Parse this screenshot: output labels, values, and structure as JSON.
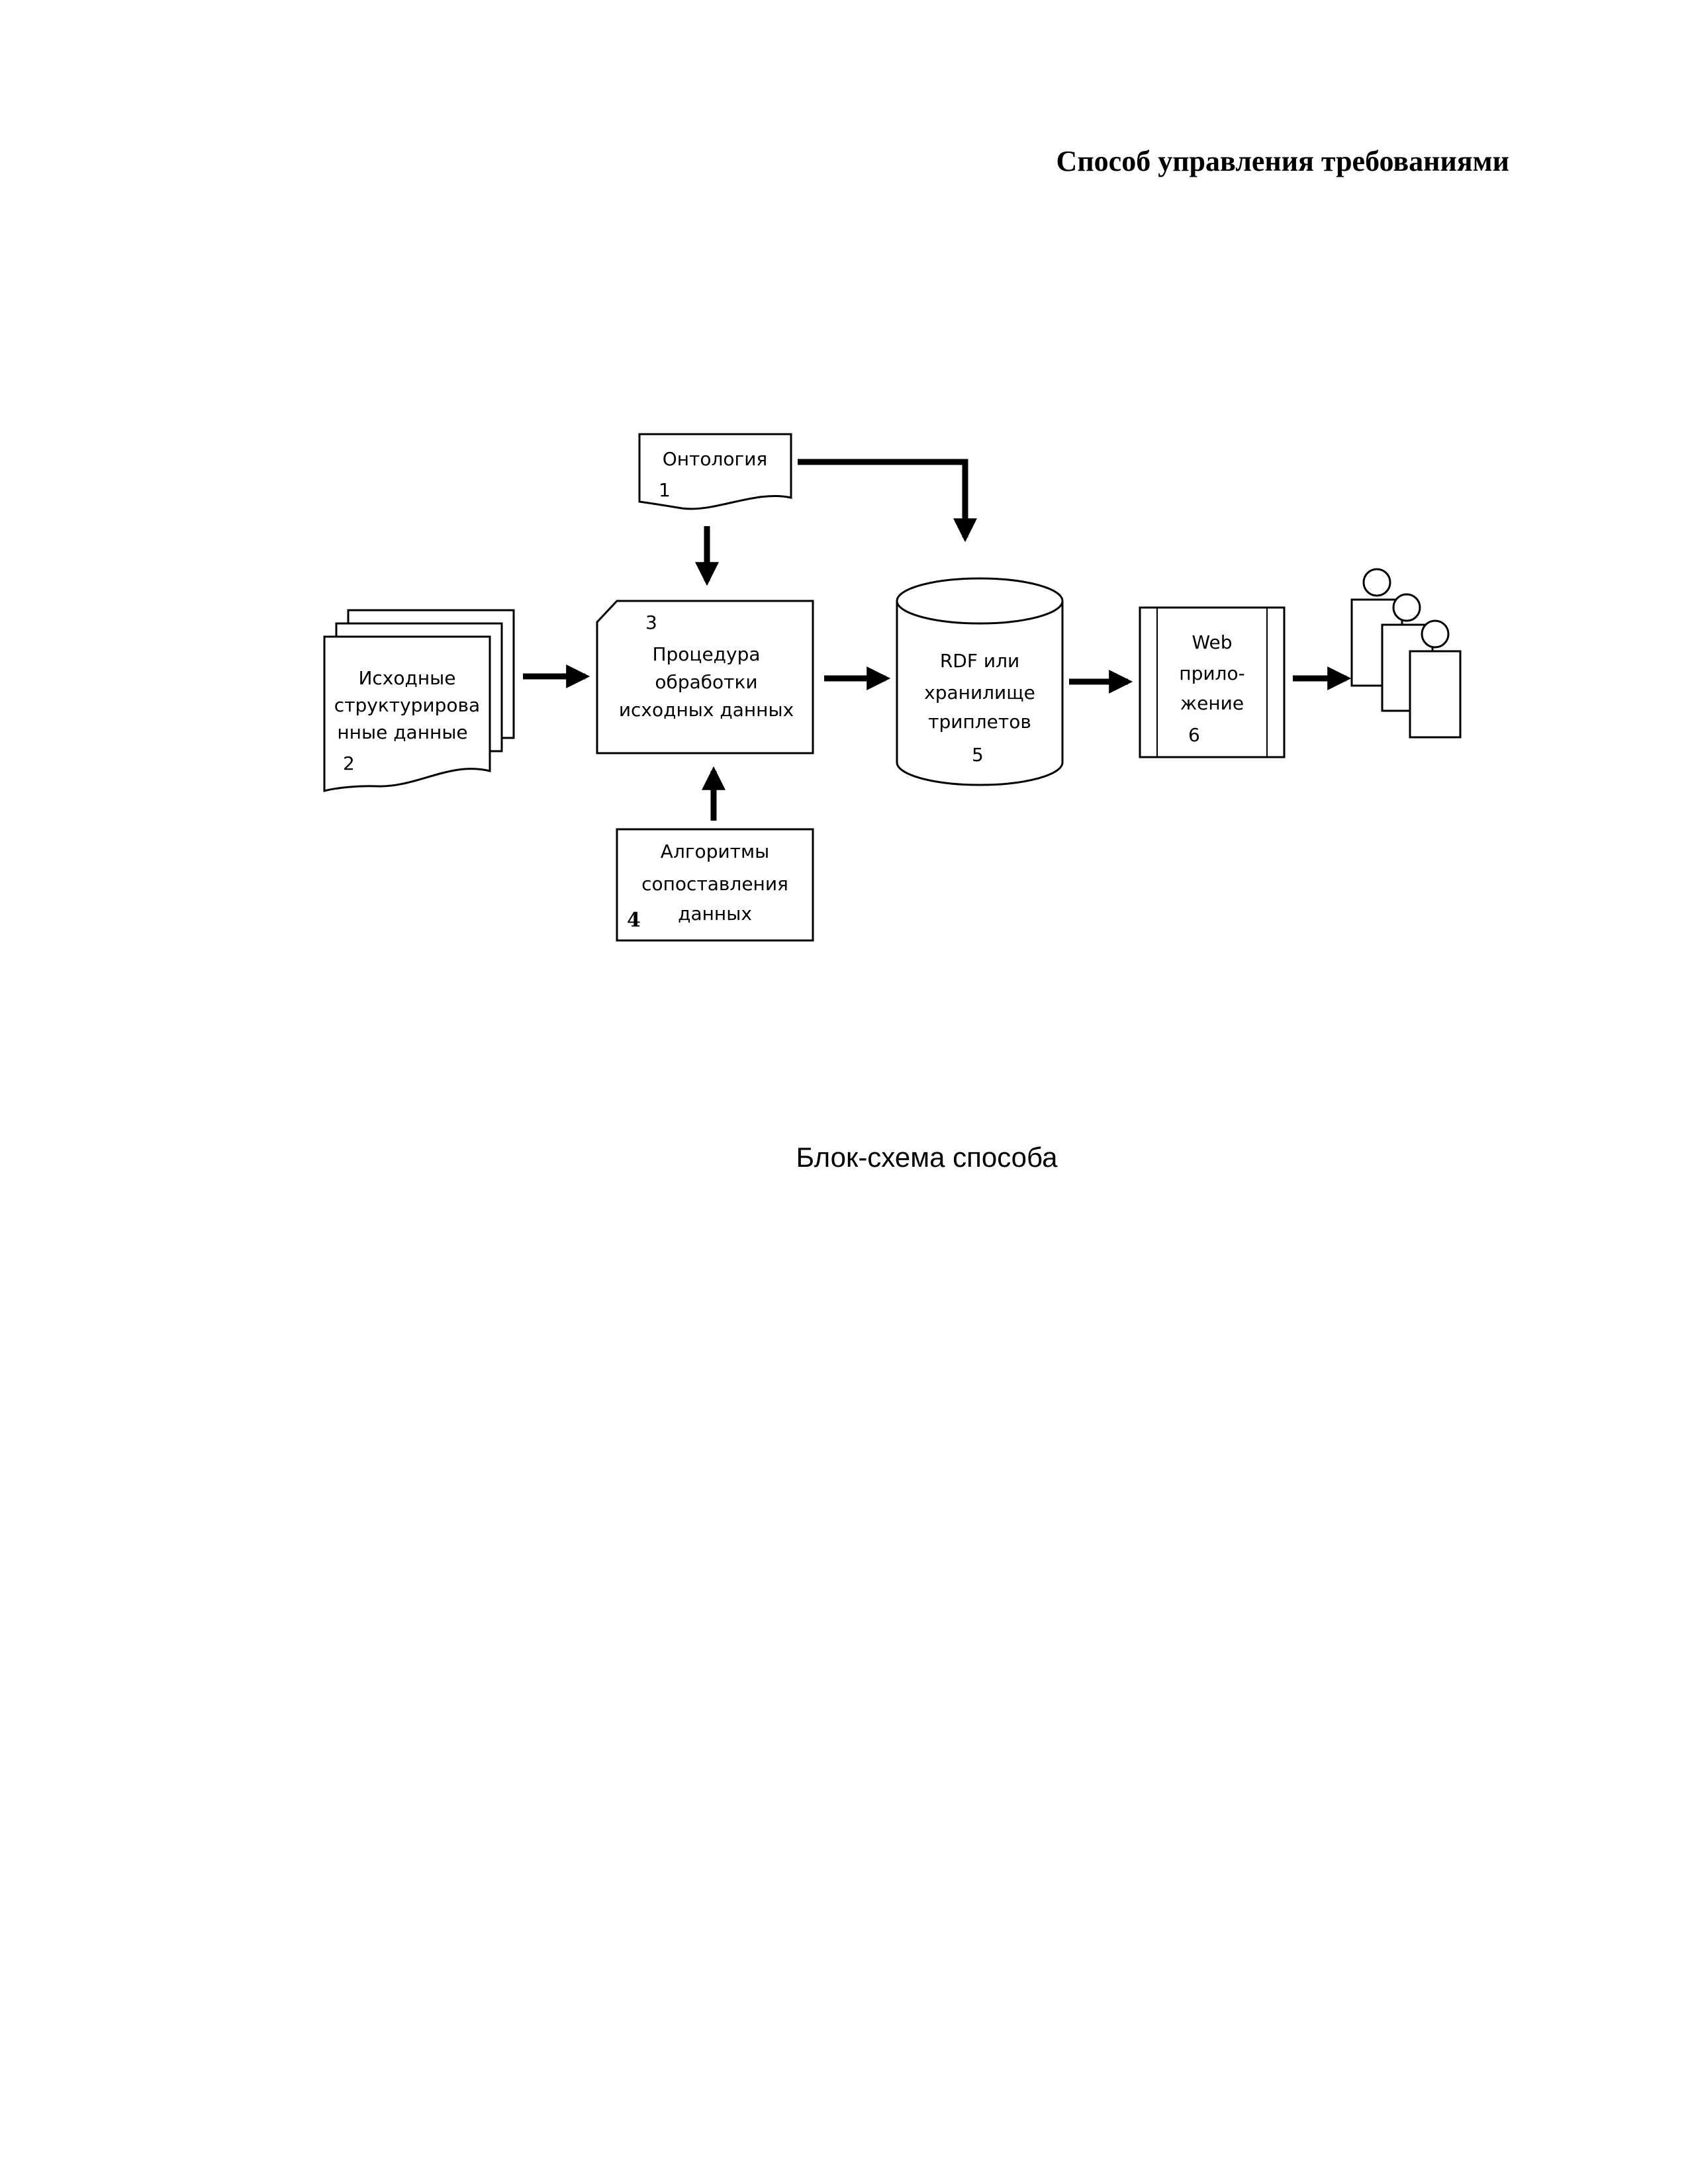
{
  "title": "Способ управления требованиями",
  "caption": "Блок-схема способа",
  "nodes": {
    "ontology": {
      "lines": [
        "Онтология"
      ],
      "number": "1"
    },
    "source_data": {
      "lines": [
        "Исходные",
        "структурирова",
        "нные данные"
      ],
      "number": "2"
    },
    "processing": {
      "lines": [
        "Процедура",
        "обработки",
        "исходных данных"
      ],
      "number": "3"
    },
    "algorithms": {
      "lines": [
        "Алгоритмы",
        "сопоставления",
        "данных"
      ],
      "number": "4"
    },
    "store": {
      "lines": [
        "RDF или",
        "хранилище",
        "триплетов"
      ],
      "number": "5"
    },
    "webapp": {
      "lines": [
        "Web",
        "прило-",
        "жение"
      ],
      "number": "6"
    }
  },
  "icons": {
    "users": "users-icon"
  }
}
